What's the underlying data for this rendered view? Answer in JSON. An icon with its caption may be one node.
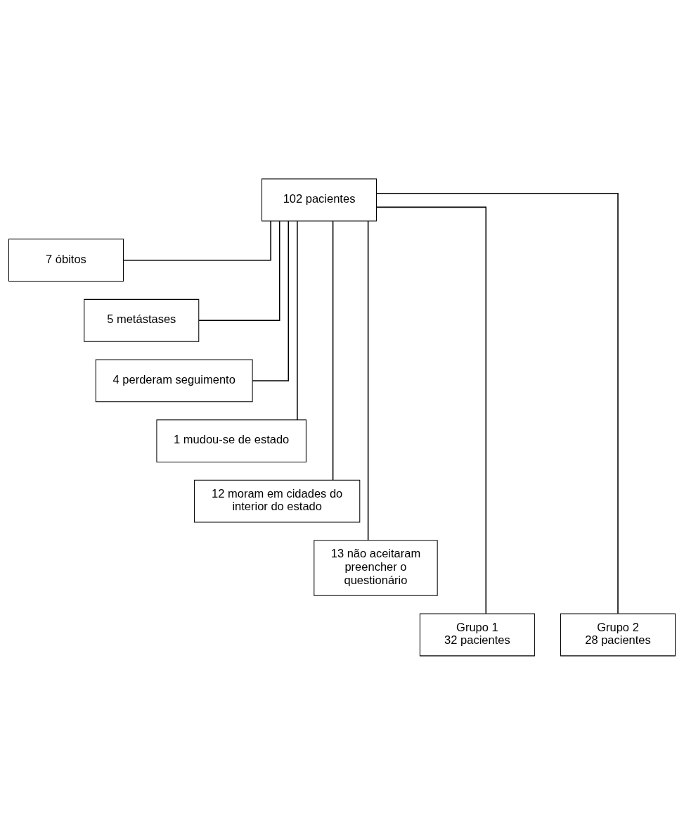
{
  "diagram": {
    "nodes": [
      {
        "text": [
          "102 pacientes"
        ]
      },
      {
        "text": [
          "7 óbitos"
        ]
      },
      {
        "text": [
          "5 metástases"
        ]
      },
      {
        "text": [
          "4 perderam seguimento"
        ]
      },
      {
        "text": [
          "1 mudou-se de estado"
        ]
      },
      {
        "text": [
          "12 moram em cidades do interior do estado"
        ]
      },
      {
        "text": [
          "13 não aceitaram preencher o questionário"
        ]
      },
      {
        "text": [
          "Grupo 1",
          "32 pacientes"
        ]
      },
      {
        "text": [
          "Grupo 2",
          "28 pacientes"
        ]
      }
    ],
    "edges": [
      {
        "from": 0,
        "to": 1,
        "arrow": "none"
      },
      {
        "from": 0,
        "to": 2,
        "arrow": "none"
      },
      {
        "from": 0,
        "to": 3,
        "arrow": "none"
      },
      {
        "from": 0,
        "to": 4,
        "arrow": "none"
      },
      {
        "from": 0,
        "to": 5,
        "arrow": "none"
      },
      {
        "from": 0,
        "to": 6,
        "arrow": "none"
      },
      {
        "from": 0,
        "to": 7,
        "arrow": "none"
      },
      {
        "from": 0,
        "to": 8,
        "arrow": "none"
      }
    ]
  }
}
